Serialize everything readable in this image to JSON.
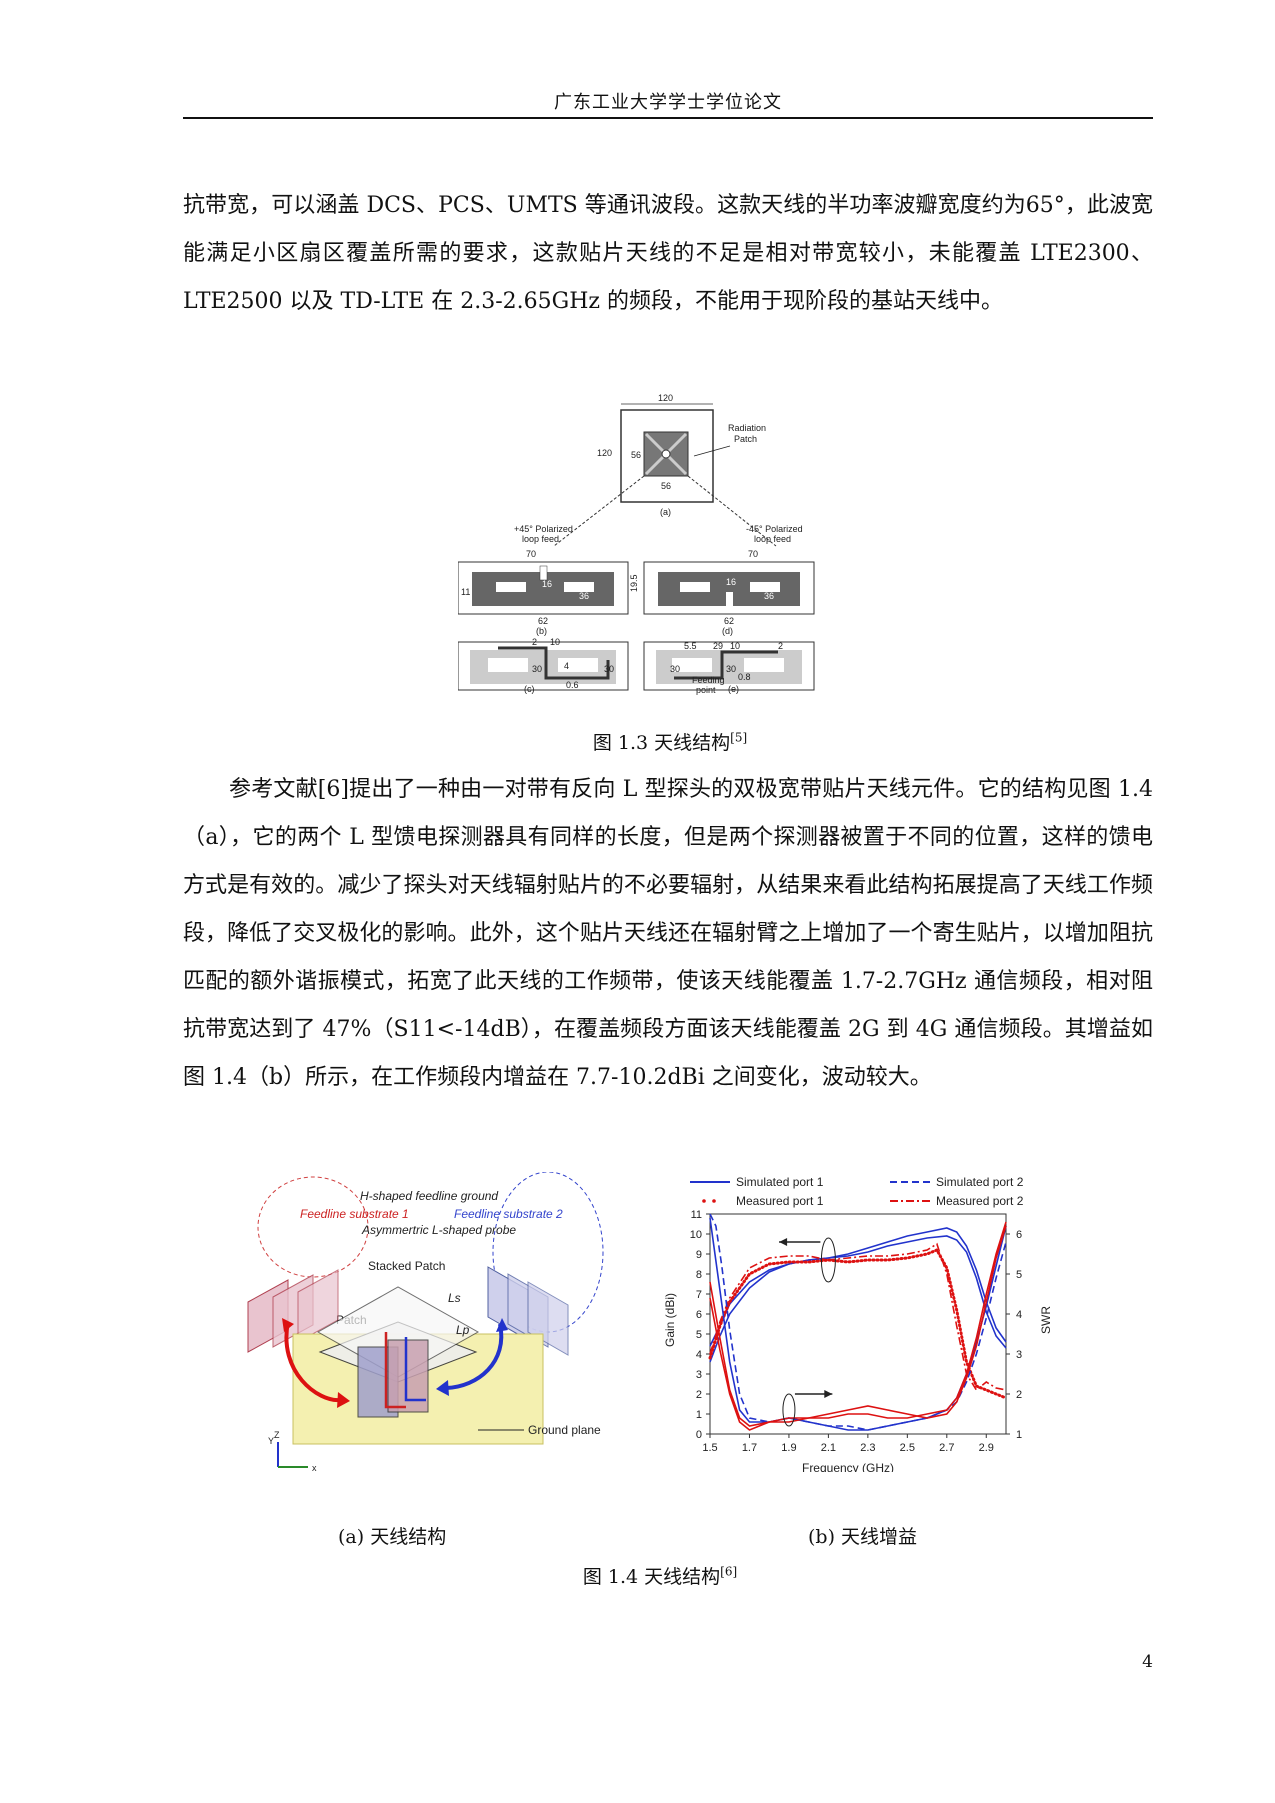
{
  "header": {
    "title": "广东工业大学学士学位论文"
  },
  "paragraphs": {
    "p1": "抗带宽，可以涵盖 DCS、PCS、UMTS 等通讯波段。这款天线的半功率波瓣宽度约为65°，此波宽能满足小区扇区覆盖所需的要求，这款贴片天线的不足是相对带宽较小，未能覆盖 LTE2300、LTE2500 以及 TD-LTE 在 2.3-2.65GHz 的频段，不能用于现阶段的基站天线中。",
    "p2": "参考文献[6]提出了一种由一对带有反向 L 型探头的双极宽带贴片天线元件。它的结构见图 1.4（a），它的两个 L 型馈电探测器具有同样的长度，但是两个探测器被置于不同的位置，这样的馈电方式是有效的。减少了探头对天线辐射贴片的不必要辐射，从结果来看此结构拓展提高了天线工作频段，降低了交叉极化的影响。此外，这个贴片天线还在辐射臂之上增加了一个寄生贴片，以增加阻抗匹配的额外谐振模式，拓宽了此天线的工作频带，使该天线能覆盖 1.7-2.7GHz 通信频段，相对阻抗带宽达到了 47%（S11<-14dB），在覆盖频段方面该天线能覆盖 2G 到 4G 通信频段。其增益如图 1.4（b）所示，在工作频段内增益在 7.7-10.2dBi 之间变化，波动较大。"
  },
  "figure13": {
    "caption": "图 1.3  天线结构",
    "caption_ref": "[5]",
    "labels": {
      "dim_120_top": "120",
      "dim_120_side": "120",
      "dim_56_side": "56",
      "dim_56_bottom": "56",
      "radiation_patch_1": "Radiation",
      "radiation_patch_2": "Patch",
      "plus45_1": "+45° Polarized",
      "plus45_2": "loop feed",
      "minus45_1": "-45° Polarized",
      "minus45_2": "loop feed",
      "sub_a": "(a)",
      "sub_b": "(b)",
      "sub_c": "(c)",
      "sub_d": "(d)",
      "sub_e": "(e)",
      "dim_70_left": "70",
      "dim_70_right": "70",
      "dim_19_5": "19.5",
      "dim_11": "11",
      "dim_16_left": "16",
      "dim_16_right": "16",
      "dim_36_left": "36",
      "dim_36_right": "36",
      "dim_62_left": "62",
      "dim_62_right": "62",
      "dim_30_c1": "30",
      "dim_30_c2": "30",
      "dim_30_e1": "30",
      "dim_30_e2": "30",
      "dim_4": "4",
      "dim_0_6": "0.6",
      "dim_2_c": "2",
      "dim_10_c": "10",
      "dim_5_5": "5.5",
      "dim_29": "29",
      "dim_10_e": "10",
      "dim_2_e": "2",
      "dim_0_8": "0.8",
      "feeding_1": "Feeding",
      "feeding_2": "point"
    }
  },
  "figure14": {
    "caption": "图 1.4  天线结构",
    "caption_ref": "[6]",
    "sub_a": "(a)  天线结构",
    "sub_b": "(b)  天线增益",
    "labels_a": {
      "h_ground": "H-shaped feedline ground",
      "sub1": "Feedline substrate 1",
      "sub2": "Feedline substrate 2",
      "probe": "Asymmertric L-shaped probe",
      "stacked": "Stacked Patch",
      "patch": "Patch",
      "ls": "Ls",
      "lp": "Lp",
      "ground": "Ground plane",
      "axis_z": "Z",
      "axis_y": "Y",
      "axis_x": "x"
    }
  },
  "chart_data": {
    "type": "line",
    "legend": [
      "Simulated port 1",
      "Simulated port 2",
      "Measured port 1",
      "Measured port 2"
    ],
    "legend_placement": "top",
    "xlabel": "Frequency (GHz)",
    "ylabel": "Gain (dBi)",
    "y2label": "SWR",
    "xlim": [
      1.5,
      3.0
    ],
    "ylim": [
      0,
      11
    ],
    "y2lim": [
      1,
      6.5
    ],
    "xticks": [
      "1.5",
      "1.7",
      "1.9",
      "2.1",
      "2.3",
      "2.5",
      "2.7",
      "2.9"
    ],
    "yticks": [
      "0",
      "1",
      "2",
      "3",
      "4",
      "5",
      "6",
      "7",
      "8",
      "9",
      "10",
      "11"
    ],
    "y2ticks": [
      "1",
      "2",
      "3",
      "4",
      "5",
      "6"
    ],
    "series": [
      {
        "name": "Simulated port 1",
        "kind": "gain",
        "style": "solid",
        "color": "#2233cc",
        "x": [
          1.5,
          1.55,
          1.6,
          1.7,
          1.8,
          1.9,
          2.0,
          2.1,
          2.2,
          2.3,
          2.4,
          2.5,
          2.6,
          2.7,
          2.75,
          2.8,
          2.85,
          2.9,
          2.95,
          3.0
        ],
        "y": [
          3.6,
          4.9,
          6.0,
          7.3,
          8.1,
          8.5,
          8.7,
          8.8,
          9.0,
          9.3,
          9.6,
          9.9,
          10.1,
          10.3,
          10.1,
          9.4,
          8.2,
          6.6,
          5.3,
          4.6
        ]
      },
      {
        "name": "Simulated port 2",
        "kind": "gain",
        "style": "solid",
        "color": "#2233cc",
        "x": [
          1.5,
          1.55,
          1.6,
          1.7,
          1.8,
          1.9,
          2.0,
          2.1,
          2.2,
          2.3,
          2.4,
          2.5,
          2.6,
          2.7,
          2.75,
          2.8,
          2.85,
          2.9,
          2.95,
          3.0
        ],
        "y": [
          4.4,
          5.4,
          6.5,
          7.6,
          8.2,
          8.5,
          8.7,
          8.8,
          8.9,
          9.1,
          9.4,
          9.6,
          9.8,
          9.9,
          9.7,
          9.1,
          7.8,
          6.1,
          4.9,
          4.3
        ]
      },
      {
        "name": "Measured port 1",
        "kind": "gain",
        "style": "dotted",
        "color": "#dd1111",
        "x": [
          1.5,
          1.55,
          1.6,
          1.7,
          1.8,
          1.9,
          2.0,
          2.1,
          2.2,
          2.3,
          2.4,
          2.5,
          2.6,
          2.65,
          2.7,
          2.75,
          2.8,
          2.85,
          2.9,
          2.95,
          3.0
        ],
        "y": [
          3.8,
          5.4,
          6.6,
          8.0,
          8.5,
          8.6,
          8.6,
          8.7,
          8.6,
          8.7,
          8.7,
          8.8,
          9.0,
          9.2,
          8.3,
          6.2,
          3.6,
          2.4,
          2.2,
          2.0,
          1.8
        ]
      },
      {
        "name": "Measured port 2",
        "kind": "gain",
        "style": "dashdot",
        "color": "#dd1111",
        "x": [
          1.5,
          1.55,
          1.6,
          1.7,
          1.8,
          1.9,
          2.0,
          2.1,
          2.2,
          2.3,
          2.4,
          2.5,
          2.6,
          2.65,
          2.7,
          2.75,
          2.8,
          2.85,
          2.9,
          2.95,
          3.0
        ],
        "y": [
          4.0,
          5.6,
          6.8,
          8.3,
          8.8,
          8.9,
          8.9,
          8.7,
          8.8,
          8.9,
          8.9,
          9.0,
          9.2,
          9.5,
          8.0,
          5.4,
          3.0,
          2.2,
          2.6,
          2.3,
          2.2
        ]
      },
      {
        "name": "Simulated port 1",
        "kind": "swr",
        "style": "solid",
        "color": "#2233cc",
        "x": [
          1.5,
          1.55,
          1.6,
          1.65,
          1.7,
          1.8,
          1.9,
          2.0,
          2.1,
          2.2,
          2.3,
          2.4,
          2.5,
          2.6,
          2.7,
          2.75,
          2.8,
          2.85,
          2.9,
          2.95,
          3.0
        ],
        "y": [
          6.4,
          4.6,
          2.8,
          1.6,
          1.3,
          1.3,
          1.4,
          1.3,
          1.2,
          1.1,
          1.1,
          1.2,
          1.3,
          1.4,
          1.6,
          1.9,
          2.5,
          3.3,
          4.2,
          5.2,
          6.2
        ]
      },
      {
        "name": "Simulated port 2",
        "kind": "swr",
        "style": "dashed",
        "color": "#2233cc",
        "x": [
          1.5,
          1.53,
          1.56,
          1.6,
          1.65,
          1.7,
          1.8,
          1.9,
          2.0,
          2.1,
          2.2,
          2.3,
          2.4,
          2.5,
          2.6,
          2.7,
          2.75,
          2.8,
          2.85,
          2.9,
          2.95,
          3.0
        ],
        "y": [
          6.5,
          6.2,
          5.2,
          3.6,
          2.0,
          1.4,
          1.3,
          1.4,
          1.3,
          1.2,
          1.2,
          1.1,
          1.2,
          1.3,
          1.4,
          1.6,
          1.8,
          2.3,
          3.0,
          3.9,
          4.9,
          5.8
        ]
      },
      {
        "name": "Measured port 1",
        "kind": "swr",
        "style": "solid",
        "color": "#dd1111",
        "x": [
          1.5,
          1.55,
          1.6,
          1.65,
          1.7,
          1.8,
          1.9,
          2.0,
          2.1,
          2.2,
          2.3,
          2.4,
          2.5,
          2.6,
          2.7,
          2.75,
          2.8,
          2.85,
          2.9,
          2.95,
          3.0
        ],
        "y": [
          4.4,
          3.1,
          2.0,
          1.3,
          1.1,
          1.3,
          1.4,
          1.4,
          1.5,
          1.6,
          1.7,
          1.6,
          1.5,
          1.4,
          1.5,
          1.8,
          2.4,
          3.2,
          4.3,
          5.4,
          6.2
        ]
      },
      {
        "name": "Measured port 2",
        "kind": "swr",
        "style": "solid",
        "color": "#dd1111",
        "x": [
          1.5,
          1.55,
          1.6,
          1.65,
          1.7,
          1.8,
          1.9,
          2.0,
          2.1,
          2.2,
          2.3,
          2.4,
          2.5,
          2.6,
          2.7,
          2.75,
          2.8,
          2.85,
          2.9,
          2.95,
          3.0
        ],
        "y": [
          4.8,
          3.4,
          2.1,
          1.4,
          1.2,
          1.3,
          1.3,
          1.4,
          1.4,
          1.5,
          1.5,
          1.4,
          1.4,
          1.5,
          1.6,
          1.9,
          2.5,
          3.4,
          4.5,
          5.5,
          6.3
        ]
      }
    ]
  },
  "page_number": "4",
  "colors": {
    "blue": "#2233cc",
    "red": "#dd1111",
    "ground_plane": "#f4f0b0"
  }
}
